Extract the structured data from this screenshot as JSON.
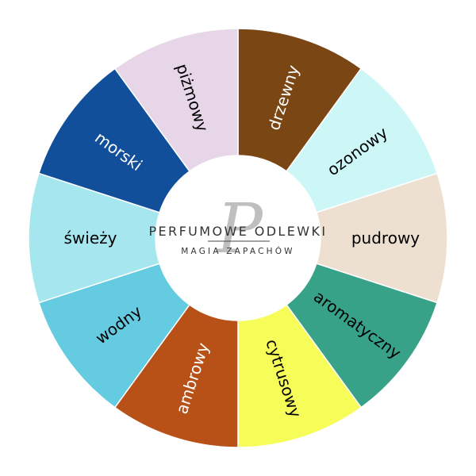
{
  "logo": {
    "name": "PERFUMOWE ODLEWKI",
    "tagline": "MAGIA ZAPACHÓW",
    "monogram": "P",
    "color": "#333333"
  },
  "segments": [
    {
      "label": "drzewny",
      "color": "#7a4614",
      "text_color": "#ffffff",
      "share": 1
    },
    {
      "label": "ozonowy",
      "color": "#cdf7f7",
      "text_color": "#000000",
      "share": 1
    },
    {
      "label": "pudrowy",
      "color": "#ede0d0",
      "text_color": "#000000",
      "share": 1
    },
    {
      "label": "aromatyczny",
      "color": "#38a289",
      "text_color": "#000000",
      "share": 1
    },
    {
      "label": "cytrusowy",
      "color": "#f6fc58",
      "text_color": "#000000",
      "share": 1
    },
    {
      "label": "ambrowy",
      "color": "#b85117",
      "text_color": "#ffffff",
      "share": 1
    },
    {
      "label": "wodny",
      "color": "#64cbe0",
      "text_color": "#000000",
      "share": 1
    },
    {
      "label": "świeży",
      "color": "#a6e7ef",
      "text_color": "#000000",
      "share": 1
    },
    {
      "label": "morski",
      "color": "#124f9b",
      "text_color": "#ffffff",
      "share": 1
    },
    {
      "label": "piżmowy",
      "color": "#e6d6e8",
      "text_color": "#000000",
      "share": 1
    }
  ]
}
